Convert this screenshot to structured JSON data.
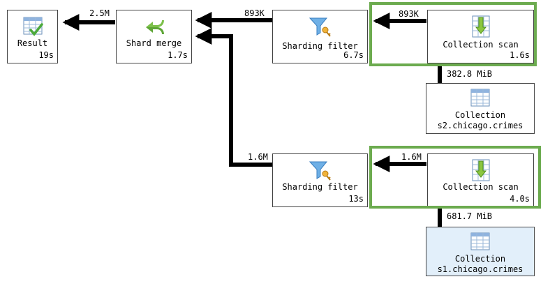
{
  "nodes": {
    "result": {
      "label": "Result",
      "time": "19s",
      "icon": "table-check-icon"
    },
    "shard_merge": {
      "label": "Shard merge",
      "time": "1.7s",
      "icon": "merge-arrows-icon"
    },
    "filter_top": {
      "label": "Sharding filter",
      "time": "6.7s",
      "icon": "funnel-key-icon"
    },
    "scan_top": {
      "label": "Collection scan",
      "time": "1.6s",
      "icon": "scan-down-icon"
    },
    "coll_top": {
      "label": "Collection",
      "sublabel": "s2.chicago.crimes",
      "icon": "table-icon"
    },
    "filter_bot": {
      "label": "Sharding filter",
      "time": "13s",
      "icon": "funnel-key-icon"
    },
    "scan_bot": {
      "label": "Collection scan",
      "time": "4.0s",
      "icon": "scan-down-icon"
    },
    "coll_bot": {
      "label": "Collection",
      "sublabel": "s1.chicago.crimes",
      "icon": "table-icon"
    }
  },
  "edges": {
    "merge_to_result": "2.5M",
    "filter_top_to_merge": "893K",
    "scan_top_to_filter": "893K",
    "coll_top_to_scan": "382.8 MiB",
    "filter_bot_to_merge": "1.6M",
    "scan_bot_to_filter": "1.6M",
    "coll_bot_to_scan": "681.7 MiB"
  },
  "colors": {
    "highlight": "#6cab4f",
    "selected_bg": "#e2effa",
    "arrow": "#000000"
  }
}
